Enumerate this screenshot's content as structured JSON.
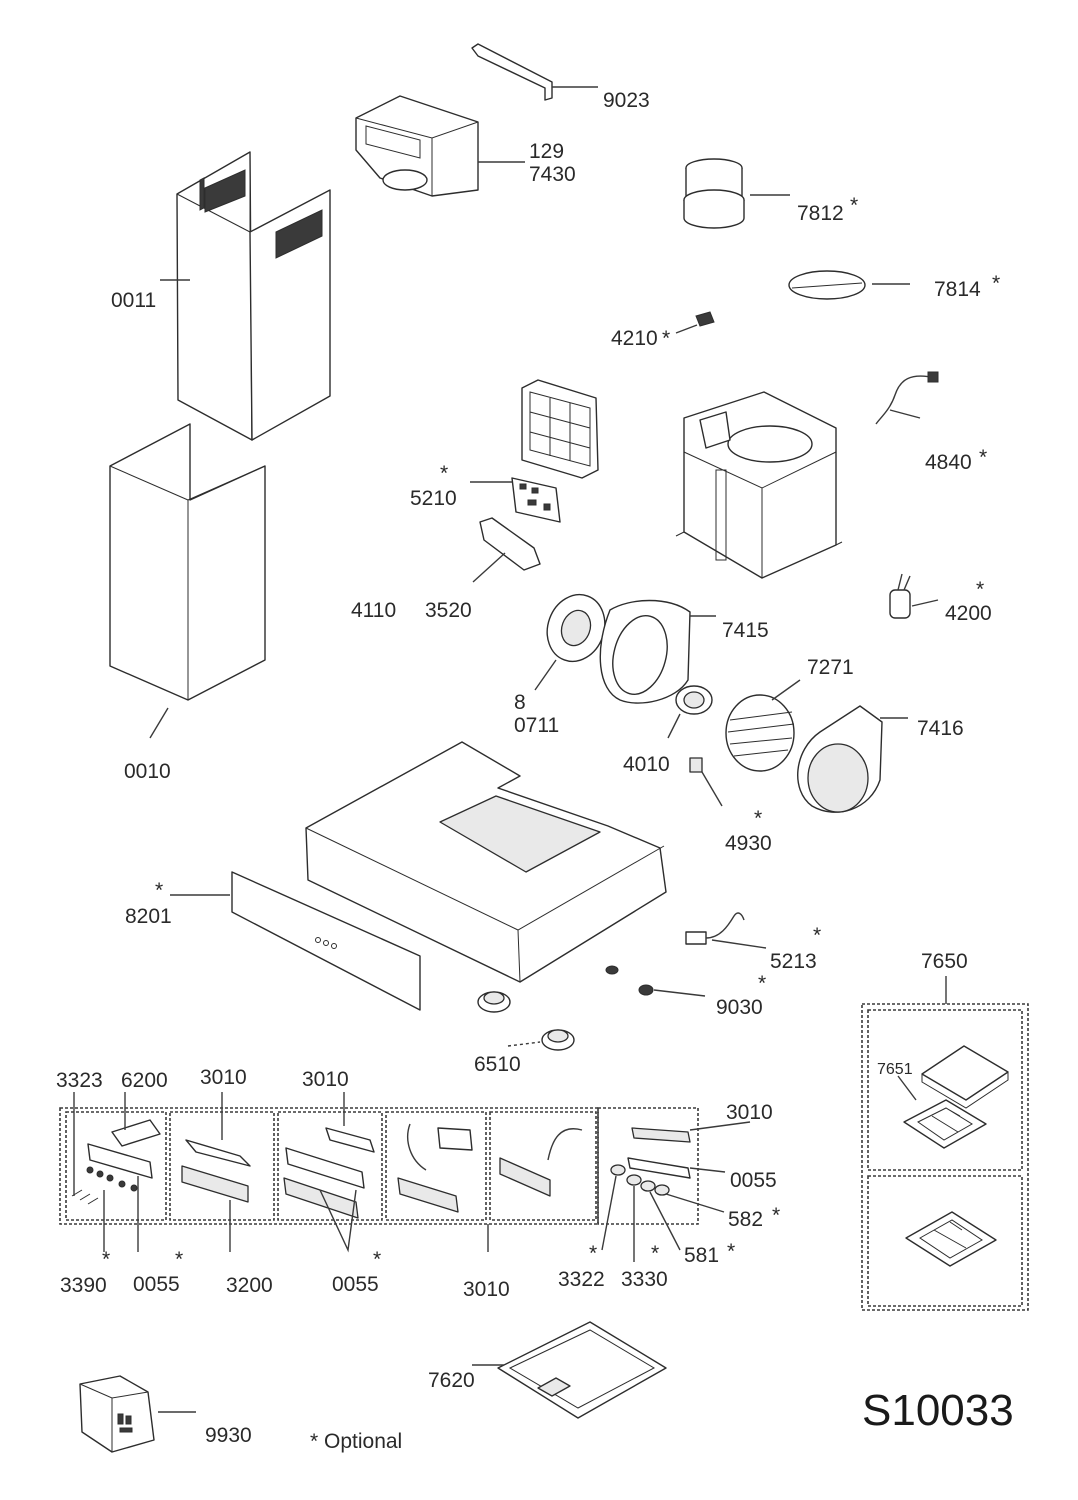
{
  "diagram": {
    "reference_code": "S10033",
    "footnote": "* Optional",
    "part_labels": {
      "p9023": "9023",
      "p129": "129",
      "p7430": "7430",
      "p7812": "7812",
      "p7814": "7814",
      "p0011": "0011",
      "p4210": "4210",
      "p4840": "4840",
      "p5210": "5210",
      "p4110": "4110",
      "p3520": "3520",
      "p4200": "4200",
      "p7415": "7415",
      "p7271": "7271",
      "p8": "8",
      "p0711": "0711",
      "p7416": "7416",
      "p4010": "4010",
      "p0010": "0010",
      "p4930": "4930",
      "p8201": "8201",
      "p5213": "5213",
      "p7650": "7650",
      "p9030": "9030",
      "p6510": "6510",
      "p3323": "3323",
      "p6200": "6200",
      "p3010a": "3010",
      "p3010b": "3010",
      "p3010c": "3010",
      "p3010d": "3010",
      "p7651": "7651",
      "p0055a": "0055",
      "p582": "582",
      "p581": "581",
      "p3390": "3390",
      "p0055b": "0055",
      "p3200": "3200",
      "p0055c": "0055",
      "p3322": "3322",
      "p3330": "3330",
      "p7620": "7620",
      "p9930": "9930"
    },
    "optional_mark": "*"
  }
}
